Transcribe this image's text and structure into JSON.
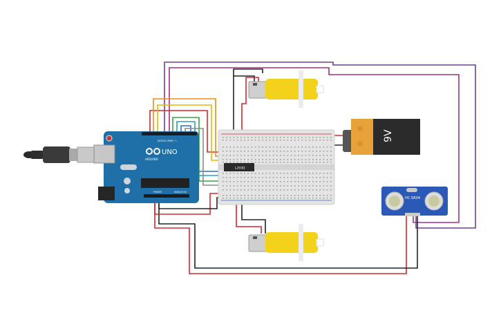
{
  "canvas": {
    "background": "#ffffff"
  },
  "arduino": {
    "logo_text": "UNO",
    "brand_text": "ARDUINO",
    "digital_label": "DIGITAL (PWM ~)",
    "power_label": "POWER",
    "analog_label": "ANALOG IN",
    "board_color": "#1f6fa8"
  },
  "driver_chip": {
    "label": "L293D"
  },
  "battery": {
    "label": "9V",
    "body_color": "#2b2b2b",
    "cap_color": "#e8a23a"
  },
  "ultrasonic": {
    "label": "HC-SR04",
    "board_color": "#2a59b8"
  },
  "motors": {
    "body_color": "#f2d21b"
  },
  "wire_colors": {
    "red": "#d9262b",
    "black": "#222222",
    "purple": "#a0308a",
    "violet": "#6a3ea0",
    "orange": "#f08a1c",
    "yellow": "#e6b800",
    "green": "#3aa345",
    "teal": "#24a3b8",
    "blue": "#2b6ed0",
    "gray": "#8a8a8a"
  }
}
